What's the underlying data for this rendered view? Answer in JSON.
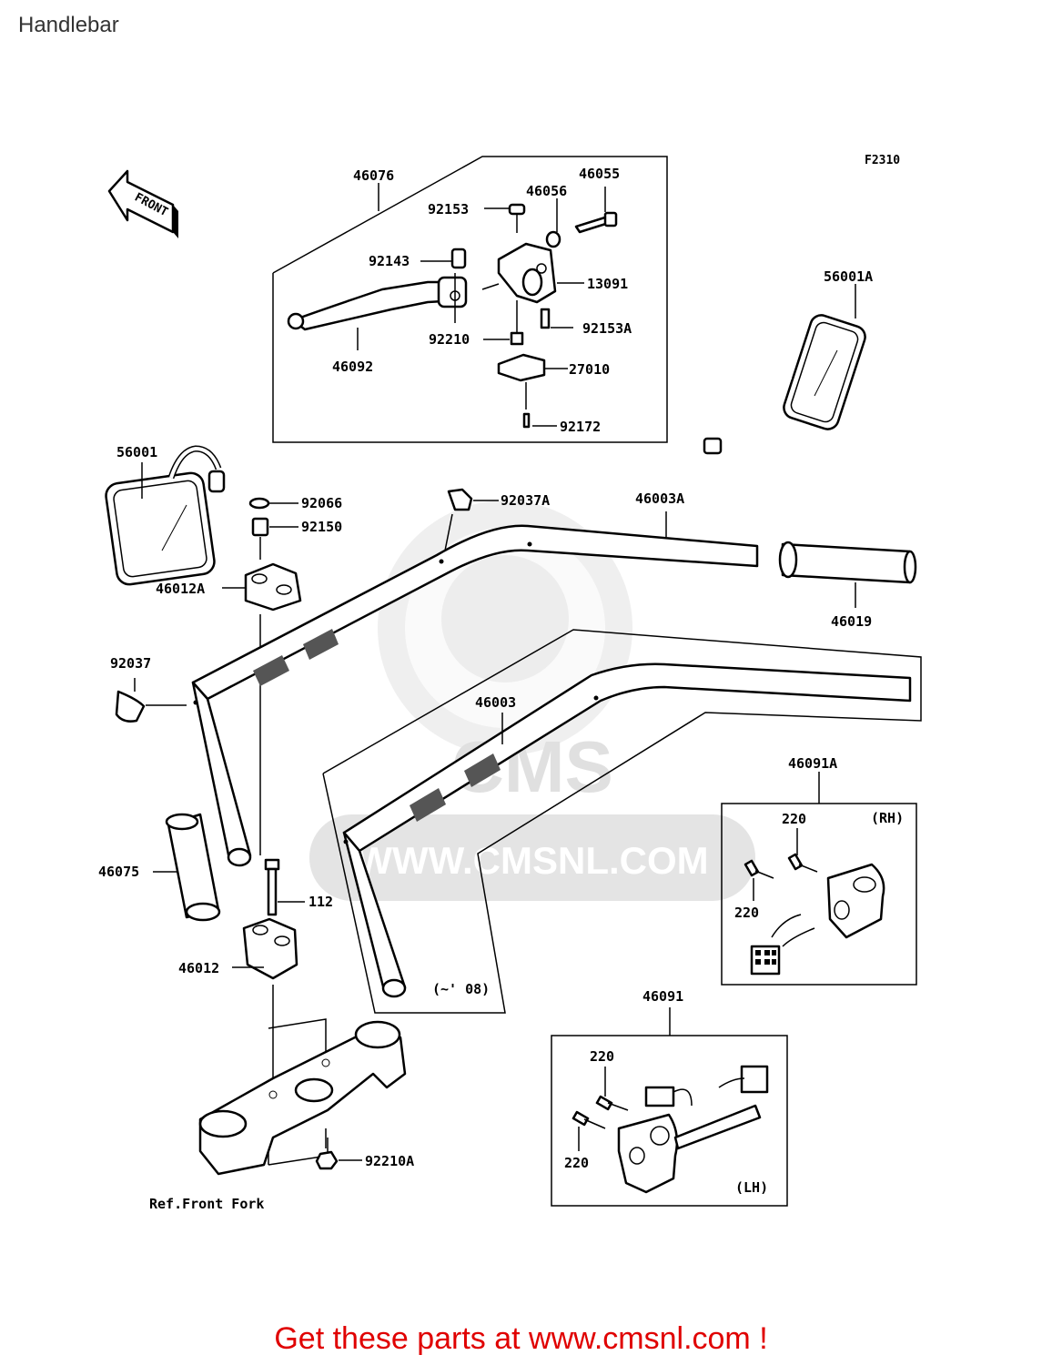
{
  "header": {
    "title": "Handlebar"
  },
  "diagram": {
    "figure_code": "F2310",
    "front_label": "FRONT",
    "watermark_url": "WWW.CMSNL.COM",
    "watermark_logo": "CMS",
    "labels": {
      "p46076": "46076",
      "p46055": "46055",
      "p46056": "46056",
      "p92153": "92153",
      "p92143": "92143",
      "p13091": "13091",
      "p92153A": "92153A",
      "p92210": "92210",
      "p27010": "27010",
      "p46092": "46092",
      "p92172": "92172",
      "p56001A": "56001A",
      "p56001": "56001",
      "p92066": "92066",
      "p92150": "92150",
      "p92037A": "92037A",
      "p46003A": "46003A",
      "p46012A": "46012A",
      "p46019": "46019",
      "p92037": "92037",
      "p46003": "46003",
      "p46091A": "46091A",
      "p220a": "220",
      "rh": "(RH)",
      "p220b": "220",
      "p46075": "46075",
      "p112": "112",
      "p46012": "46012",
      "variant": "(~' 08)",
      "p46091": "46091",
      "p220c": "220",
      "p220d": "220",
      "lh": "(LH)",
      "p92210A": "92210A",
      "ref_fork": "Ref.Front Fork"
    }
  },
  "footer": {
    "promo": "Get these parts at www.cmsnl.com !"
  }
}
